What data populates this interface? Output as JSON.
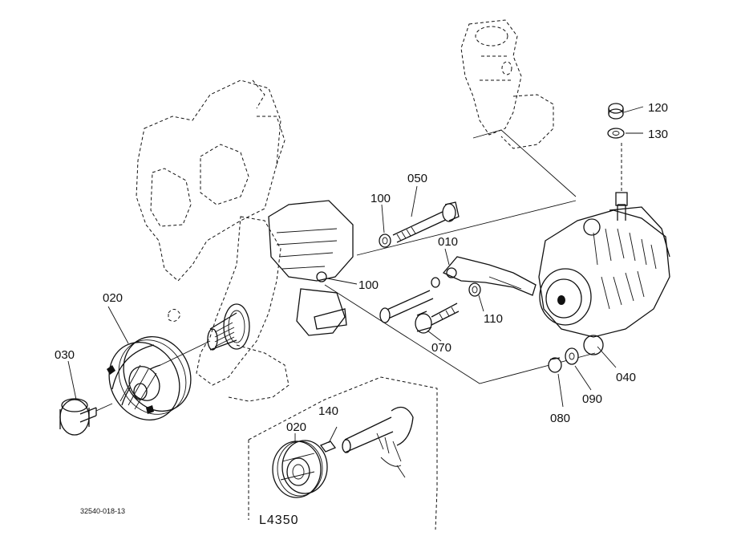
{
  "diagram": {
    "document_code": "32540-018-13",
    "inset_label": "L4350",
    "parts": [
      {
        "id": "p010",
        "label": "010"
      },
      {
        "id": "p020",
        "label": "020"
      },
      {
        "id": "p020b",
        "label": "020"
      },
      {
        "id": "p030",
        "label": "030"
      },
      {
        "id": "p040",
        "label": "040"
      },
      {
        "id": "p050",
        "label": "050"
      },
      {
        "id": "p070",
        "label": "070"
      },
      {
        "id": "p080",
        "label": "080"
      },
      {
        "id": "p090",
        "label": "090"
      },
      {
        "id": "p100a",
        "label": "100"
      },
      {
        "id": "p100b",
        "label": "100"
      },
      {
        "id": "p110",
        "label": "110"
      },
      {
        "id": "p120",
        "label": "120"
      },
      {
        "id": "p130",
        "label": "130"
      },
      {
        "id": "p140",
        "label": "140"
      }
    ]
  }
}
